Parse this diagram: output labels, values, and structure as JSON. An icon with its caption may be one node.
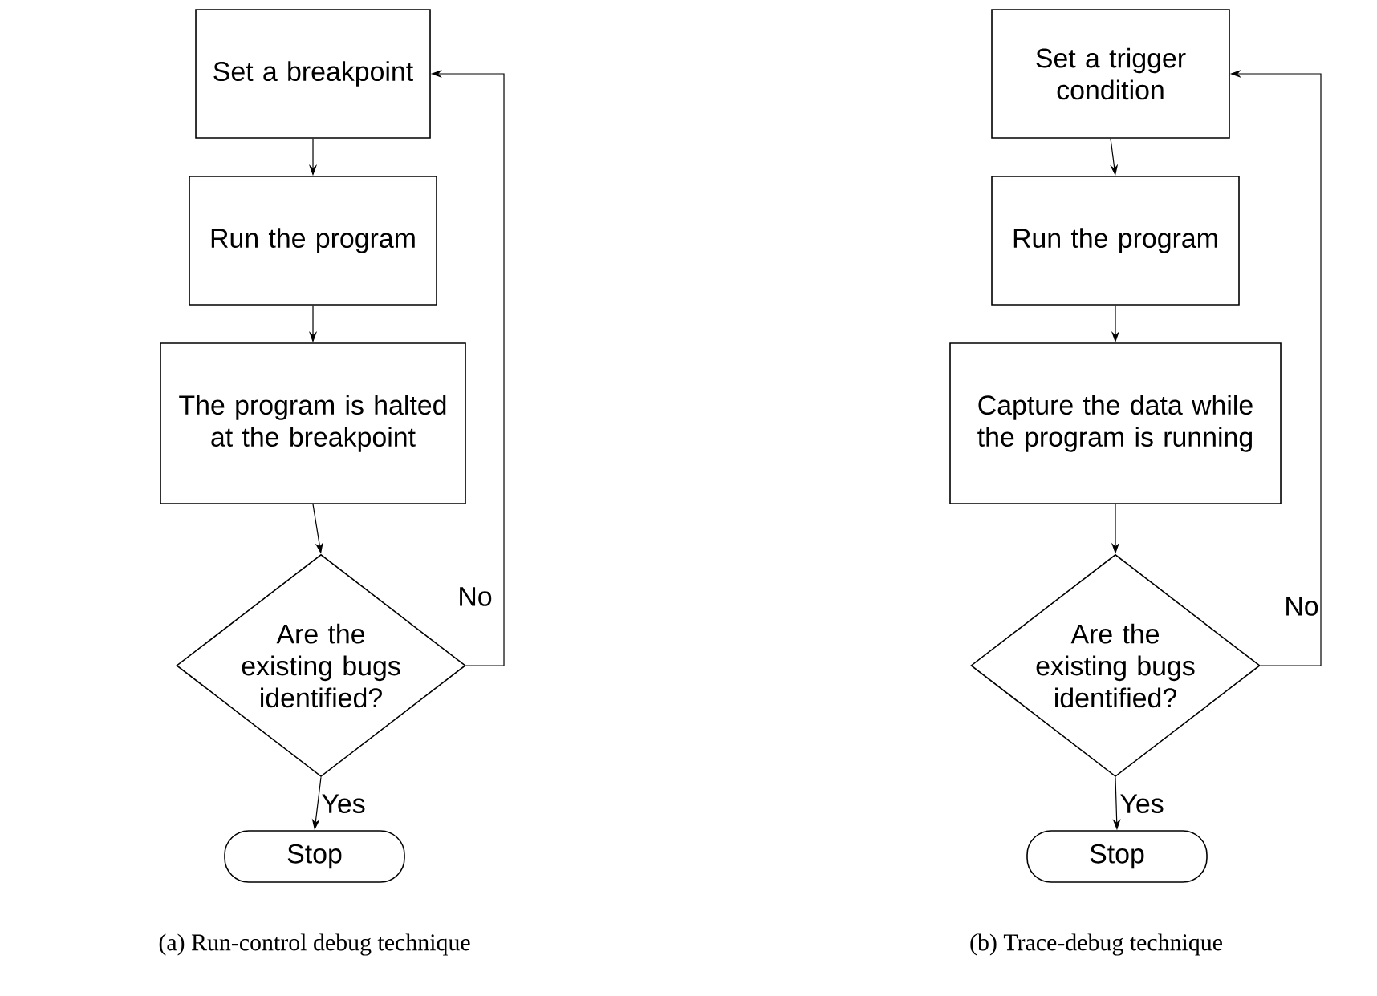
{
  "diagram": {
    "nodes": [
      {
        "text": [
          "Set a breakpoint"
        ]
      },
      {
        "text": [
          "Run the program"
        ]
      },
      {
        "text": [
          "The program is halted at the breakpoint"
        ]
      },
      {
        "text": [
          "Are the existing bugs identified?"
        ]
      },
      {
        "text": [
          "Stop"
        ]
      },
      {
        "text": [
          "Set a trigger condition"
        ]
      },
      {
        "text": [
          "Run the program"
        ]
      },
      {
        "text": [
          "Capture the data while the program is running"
        ]
      },
      {
        "text": [
          "Are the existing bugs identified?"
        ]
      },
      {
        "text": [
          "Stop"
        ]
      }
    ],
    "edges": [
      {
        "from": 0,
        "to": 1,
        "arrow": "to"
      },
      {
        "from": 1,
        "to": 2,
        "arrow": "to"
      },
      {
        "from": 2,
        "to": 3,
        "arrow": "to"
      },
      {
        "from": 3,
        "to": 4,
        "arrow": "to",
        "label": "Yes"
      },
      {
        "from": 3,
        "to": 0,
        "arrow": "to",
        "label": "No"
      },
      {
        "from": 5,
        "to": 6,
        "arrow": "to"
      },
      {
        "from": 6,
        "to": 7,
        "arrow": "to"
      },
      {
        "from": 7,
        "to": 8,
        "arrow": "to"
      },
      {
        "from": 8,
        "to": 9,
        "arrow": "to",
        "label": "Yes"
      },
      {
        "from": 8,
        "to": 5,
        "arrow": "to",
        "label": "No"
      }
    ],
    "labels": [
      "(a) Run-control debug technique",
      "(b) Trace-debug technique"
    ]
  }
}
